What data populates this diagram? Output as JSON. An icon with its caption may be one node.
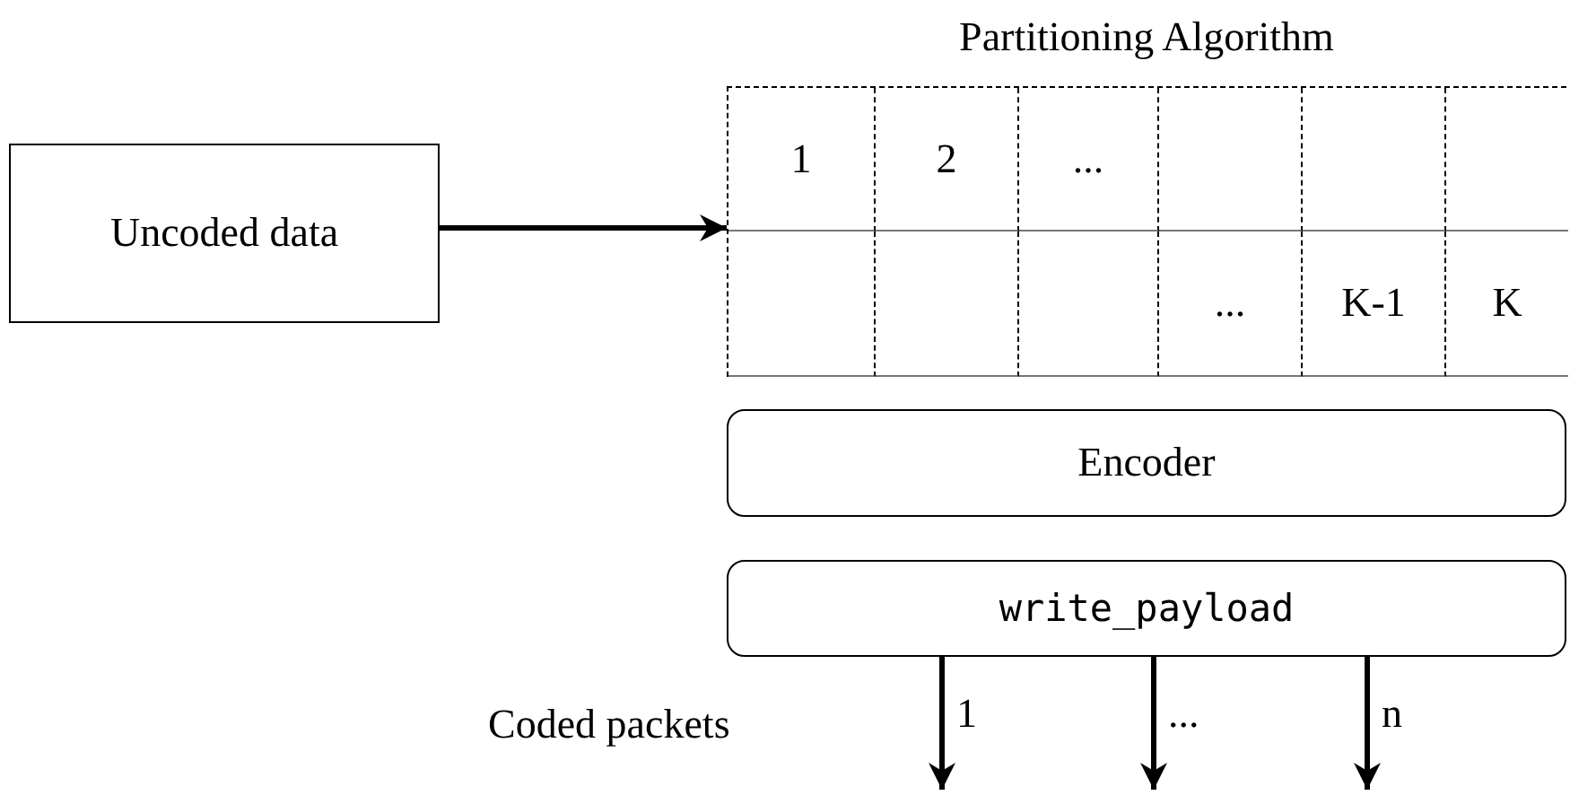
{
  "diagram": {
    "nodes": [
      {
        "text": [
          "Uncoded data"
        ]
      },
      {
        "text": [
          "Partitioning Algorithm"
        ]
      },
      {
        "text": [
          "1"
        ],
        "in": 1
      },
      {
        "text": [
          "2"
        ],
        "in": 1
      },
      {
        "text": [
          "..."
        ],
        "in": 1
      },
      {
        "text": [],
        "shape": "box",
        "in": 1
      },
      {
        "text": [],
        "shape": "box",
        "in": 1
      },
      {
        "text": [],
        "shape": "box",
        "in": 1
      },
      {
        "text": [],
        "shape": "box",
        "in": 1
      },
      {
        "text": [],
        "shape": "box",
        "in": 1
      },
      {
        "text": [],
        "shape": "box",
        "in": 1
      },
      {
        "text": [
          "..."
        ],
        "in": 1
      },
      {
        "text": [
          "K-1"
        ],
        "in": 1
      },
      {
        "text": [
          "K"
        ],
        "in": 1
      },
      {
        "text": [
          "Encoder"
        ]
      },
      {
        "text": [
          "write_payload"
        ]
      }
    ],
    "edges": [
      {
        "from": 0,
        "to": 1,
        "arrow": "to"
      },
      {
        "from": 15,
        "to": null,
        "arrow": "to",
        "label": "1"
      },
      {
        "from": 15,
        "to": null,
        "arrow": "to",
        "label": "..."
      },
      {
        "from": 15,
        "to": null,
        "arrow": "to",
        "label": "n"
      }
    ],
    "labels": [
      "Coded packets"
    ]
  }
}
